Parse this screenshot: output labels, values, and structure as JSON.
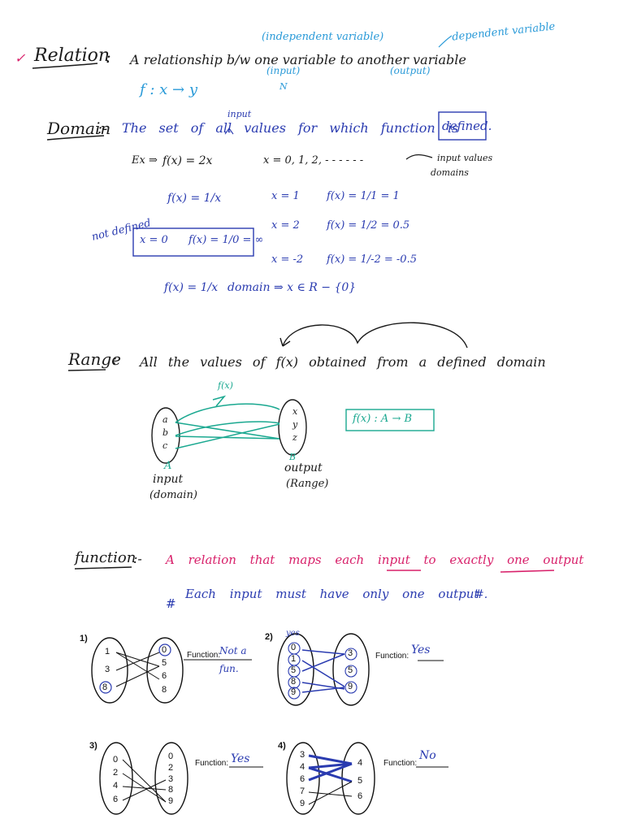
{
  "relation": {
    "bullet": "✓",
    "heading": "Relation",
    "colon": ":",
    "definition": "A relationship b/w one variable to another variable",
    "independent_note": "(independent variable)",
    "dependent_note": "dependent variable",
    "input_note": "(input)",
    "output_note": "(output)",
    "n_mark": "N",
    "mapping": "f : x → y"
  },
  "domain": {
    "heading": "Domain",
    "colon": ":-",
    "definition": "The set of all values for which function is",
    "defined_word": "defined.",
    "input_note": "input",
    "example_prefix": "Ex ⇒",
    "example_func": "f(x) = 2x",
    "example_values": "x = 0, 1, 2, - - - - - -",
    "input_values_note": "input values",
    "domains_note": "domains",
    "recip_func": "f(x) = 1/x",
    "not_defined_note": "not defined",
    "boxed_x": "x = 0",
    "boxed_f": "f(x) = 1/0 = ∞",
    "rows": [
      {
        "x": "x = 1",
        "f": "f(x) = 1/1 = 1"
      },
      {
        "x": "x = 2",
        "f": "f(x) = 1/2 = 0.5"
      },
      {
        "x": "x = -2",
        "f": "f(x) = 1/-2 = -0.5"
      }
    ],
    "domain_line_func": "f(x) = 1/x",
    "domain_line_text": "domain ⇒ x ∈ R − {0}"
  },
  "range": {
    "heading": "Range",
    "colon": ":",
    "definition": "All the values of f(x) obtained from a defined domain",
    "fx_label": "f(x)",
    "left_items": [
      "a",
      "b",
      "c"
    ],
    "right_items": [
      "x",
      "y",
      "z"
    ],
    "set_a": "A",
    "set_b": "B",
    "input_label": "input",
    "domain_label": "(domain)",
    "output_label": "output",
    "range_label": "(Range)",
    "boxed_map": "f(x) : A → B"
  },
  "function": {
    "heading": "function",
    "colon": ":-",
    "definition": "A relation that maps each input to exactly one output",
    "note_symbol": "#",
    "note": "Each input must have only one output",
    "note_end": "#."
  },
  "exercises": [
    {
      "num": "1)",
      "left": [
        "1",
        "3",
        "8"
      ],
      "right": [
        "0",
        "5",
        "6",
        "8"
      ],
      "label": "Function:",
      "answer": "Not a fun."
    },
    {
      "num": "2)",
      "left": [
        "0",
        "1",
        "5",
        "8",
        "9"
      ],
      "right": [
        "3",
        "5",
        "9"
      ],
      "label": "Function:",
      "answer": "Yes",
      "note": "yes"
    },
    {
      "num": "3)",
      "left": [
        "0",
        "2",
        "4",
        "6"
      ],
      "right": [
        "0",
        "2",
        "3",
        "8",
        "9"
      ],
      "label": "Function:",
      "answer": "Yes"
    },
    {
      "num": "4)",
      "left": [
        "3",
        "4",
        "6",
        "7",
        "9"
      ],
      "right": [
        "4",
        "5",
        "6"
      ],
      "label": "Function:",
      "answer": "No"
    }
  ],
  "colors": {
    "ink": "#1a1a1a",
    "blue": "#2a3bb0",
    "light_blue": "#2a9ad8",
    "pink": "#d8206a",
    "green": "#1aa890"
  }
}
